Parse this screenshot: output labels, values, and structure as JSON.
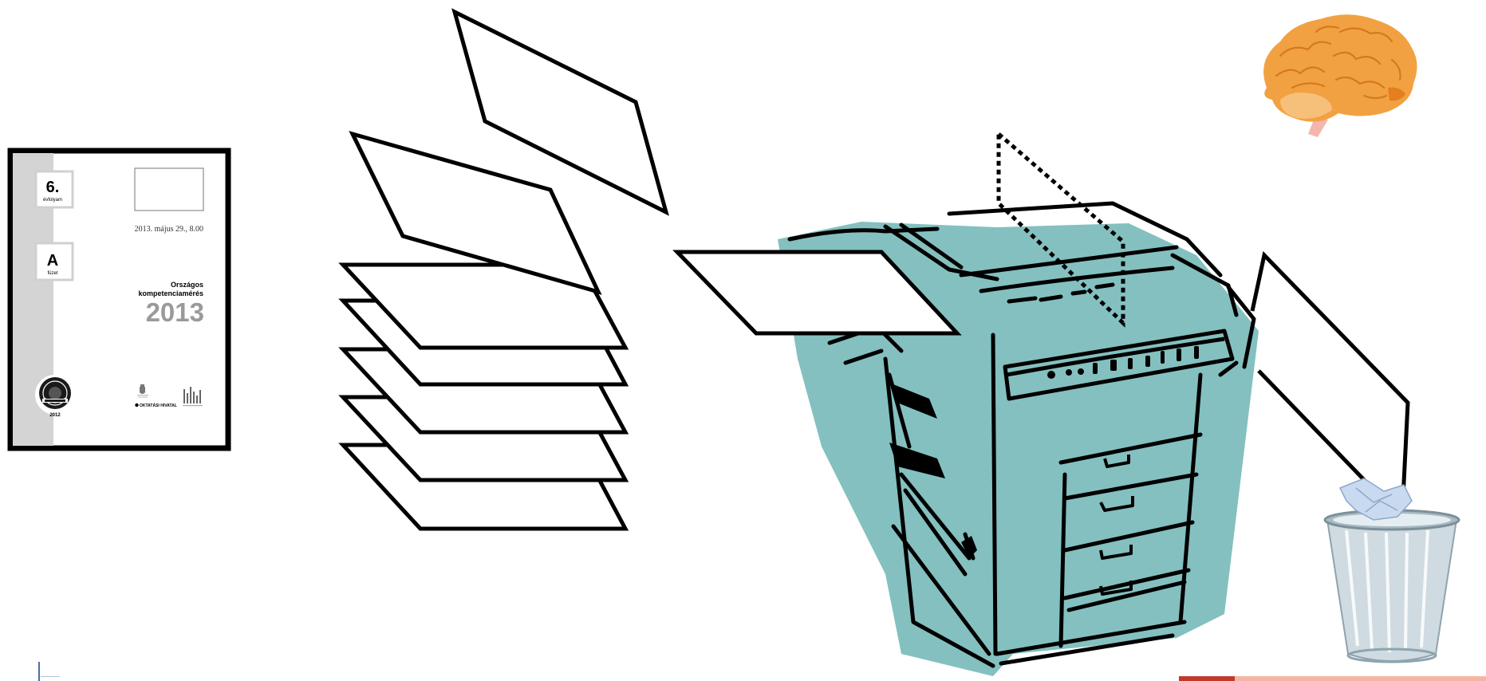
{
  "booklet": {
    "grade_number": "6.",
    "grade_label": "évfolyam",
    "booklet_letter": "A",
    "booklet_label": "füzet",
    "date": "2013. május 29., 8.00",
    "title_line1": "Országos",
    "title_line2": "kompetenciamérés",
    "year": "2013",
    "seal_year": "2012",
    "office_name": "OKTATÁSI HIVATAL"
  },
  "colors": {
    "copier_fill": "#84c0c0",
    "outline": "#000000",
    "brain": "#f2a142",
    "cover_spine": "#d4d4d4",
    "year_gray": "#9a9a9a",
    "bin": "#cfdbe1"
  },
  "icons": [
    "brain-icon",
    "copier-icon",
    "trash-bin-icon",
    "crumpled-paper-icon",
    "seal-icon",
    "coat-of-arms-icon",
    "office-logo-icon"
  ]
}
